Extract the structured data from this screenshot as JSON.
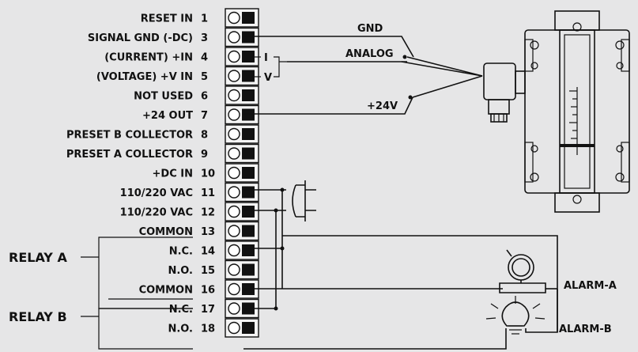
{
  "terminals": [
    {
      "label": "RESET IN",
      "num": "1"
    },
    {
      "label": "SIGNAL GND (-DC)",
      "num": "3"
    },
    {
      "label": "(CURRENT) +IN",
      "num": "4"
    },
    {
      "label": "(VOLTAGE) +V IN",
      "num": "5"
    },
    {
      "label": "NOT USED",
      "num": "6"
    },
    {
      "label": "+24 OUT",
      "num": "7"
    },
    {
      "label": "PRESET B COLLECTOR",
      "num": "8"
    },
    {
      "label": "PRESET A COLLECTOR",
      "num": "9"
    },
    {
      "label": "+DC IN",
      "num": "10"
    },
    {
      "label": "110/220 VAC",
      "num": "11"
    },
    {
      "label": "110/220 VAC",
      "num": "12"
    },
    {
      "label": "COMMON",
      "num": "13"
    },
    {
      "label": "N.C.",
      "num": "14"
    },
    {
      "label": "N.O.",
      "num": "15"
    },
    {
      "label": "COMMON",
      "num": "16"
    },
    {
      "label": "N.C.",
      "num": "17"
    },
    {
      "label": "N.O.",
      "num": "18"
    }
  ],
  "relays": {
    "a": "RELAY A",
    "b": "RELAY B"
  },
  "signals": {
    "gnd": "GND",
    "analog": "ANALOG",
    "v24": "+24V",
    "i": "I",
    "v": "V"
  },
  "alarms": {
    "a": "ALARM-A",
    "b": "ALARM-B"
  }
}
